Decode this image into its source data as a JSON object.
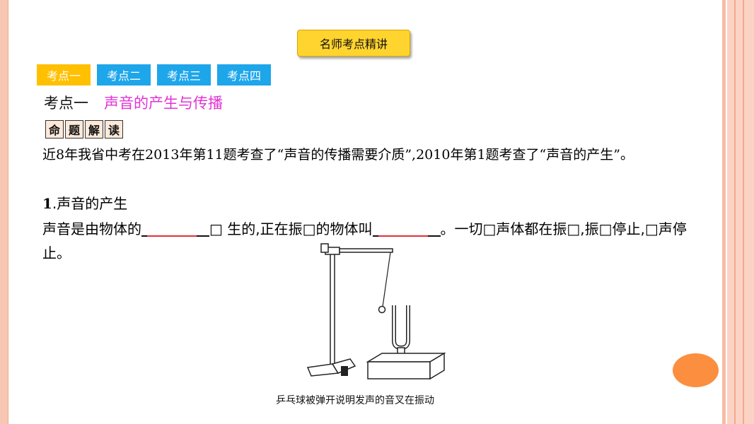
{
  "slide": {
    "title_box": "名师考点精讲",
    "tabs": [
      {
        "label": "考点一",
        "active": true
      },
      {
        "label": "考点二",
        "active": false
      },
      {
        "label": "考点三",
        "active": false
      },
      {
        "label": "考点四",
        "active": false
      }
    ],
    "heading": {
      "number": "考点一",
      "topic": "声音的产生与传播"
    },
    "badge": [
      "命",
      "题",
      "解",
      "读"
    ],
    "intro_paragraph": "近8年我省中考在2013年第11题考查了“声音的传播需要介质”,2010年第1题考查了“声音的产生”。",
    "section": {
      "number": "1",
      "title": ".声音的产生"
    },
    "body": {
      "part1": "声音是由物体的",
      "part2": "□ 生的,正在振□的物体叫",
      "part3": "。一切□声体都在振□,振□停止,□声停止。"
    },
    "figure_caption": "乒乓球被弹开说明发声的音叉在振动"
  },
  "colors": {
    "title_box": "#ffd42e",
    "tab_active": "#ffc000",
    "tab_inactive": "#1ea6ea",
    "topic_text": "#e233d5",
    "badge_bg": "#fde9d9",
    "accent_circle": "#fb8f3f",
    "edge_stripe": "#f8c7b4"
  }
}
